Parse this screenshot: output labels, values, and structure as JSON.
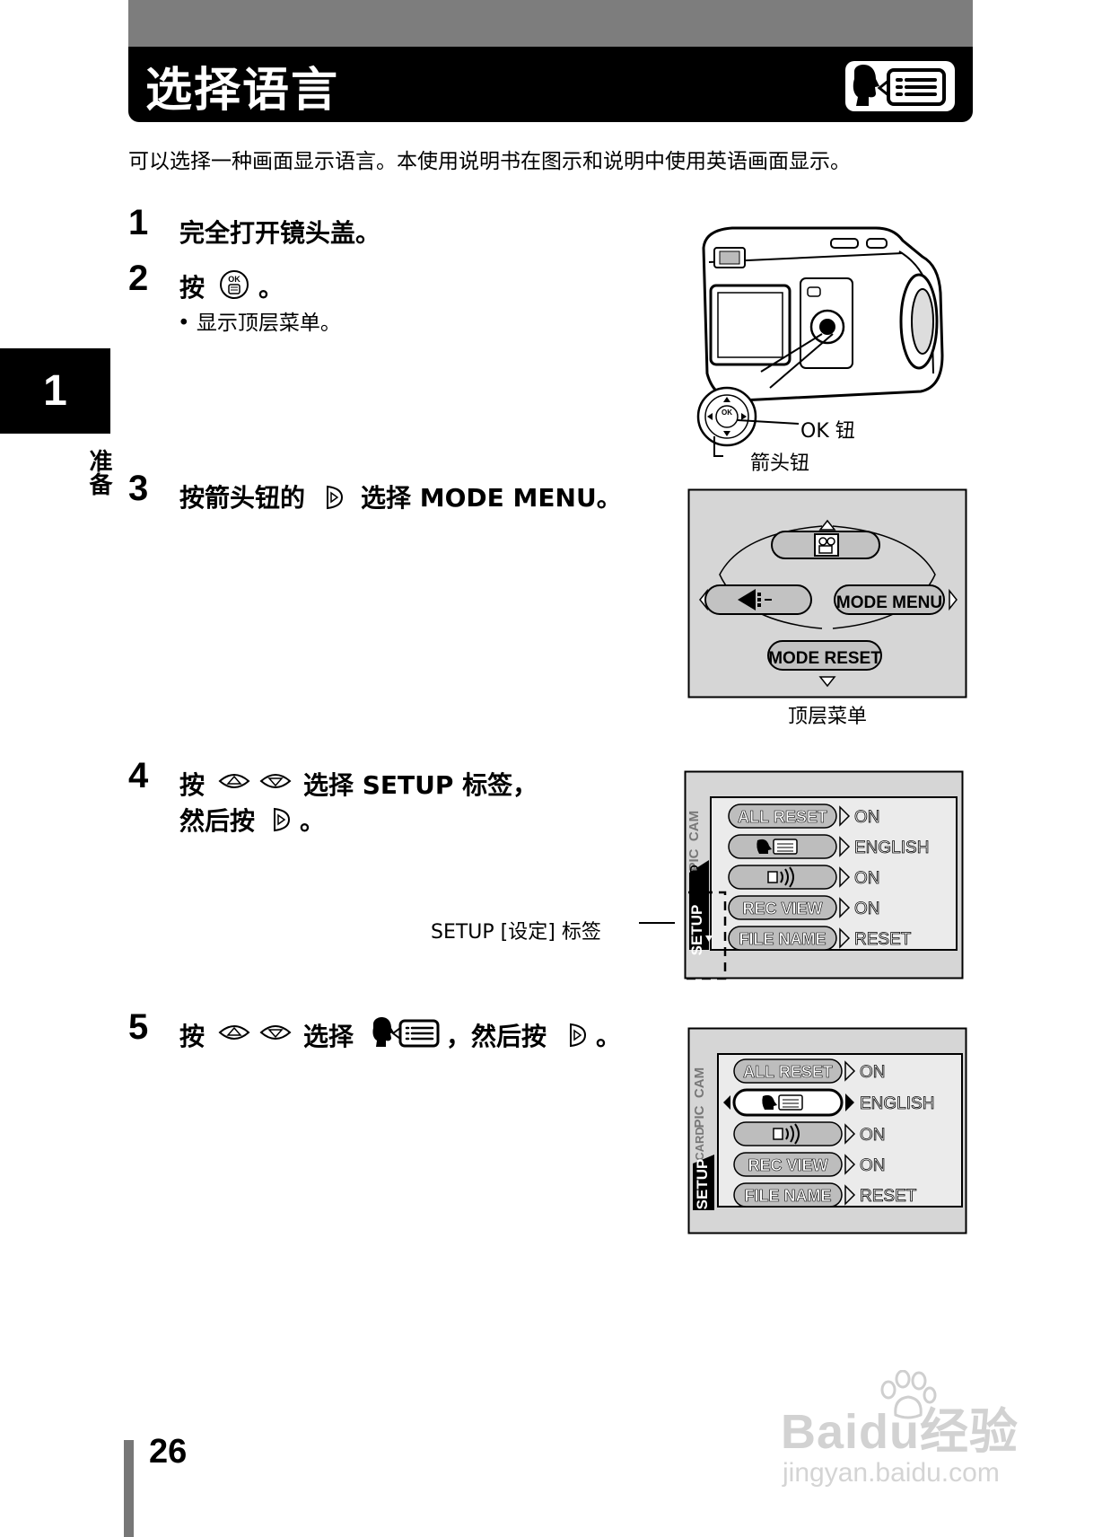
{
  "header": {
    "title": "选择语言",
    "icon": "language-icon"
  },
  "intro": "可以选择一种画面显示语言。本使用说明书在图示和说明中使用英语画面显示。",
  "chapter": {
    "number": "1",
    "label": "准备"
  },
  "steps": [
    {
      "num": "1",
      "text": "完全打开镜头盖。"
    },
    {
      "num": "2",
      "text_before": "按",
      "icon": "ok-menu-button-icon",
      "text_after": "。",
      "sub": "•  显示顶层菜单。"
    },
    {
      "num": "3",
      "text_before": "按箭头钮的",
      "icon": "right-arrow-button-icon",
      "text_after": "选择 MODE MENU。"
    },
    {
      "num": "4",
      "text_before": "按",
      "icons": [
        "up-arrow-button-icon",
        "down-arrow-button-icon"
      ],
      "text_mid": "选择 SETUP 标签，",
      "line2_before": "然后按",
      "line2_icon": "right-arrow-button-icon",
      "text_after": "。"
    },
    {
      "num": "5",
      "text_before": "按",
      "icons": [
        "up-arrow-button-icon",
        "down-arrow-button-icon",
        "language-icon"
      ],
      "text_mid": "选择",
      "text_after": "，然后按",
      "end": "。"
    }
  ],
  "camera_figure": {
    "ok_label": "OK 钮",
    "arrow_label": "箭头钮"
  },
  "top_menu": {
    "caption": "顶层菜单",
    "top_icon": "movie-icon",
    "left_icon": "quality-icon",
    "right_label": "MODE  MENU",
    "bottom_label": "MODE RESET"
  },
  "setup_menu": {
    "tabs": [
      "CAM",
      "PIC",
      "CARD",
      "SETUP"
    ],
    "callout": "SETUP [设定] 标签",
    "rows": [
      {
        "item": "ALL  RESET",
        "value": "ON"
      },
      {
        "item": "language-icon",
        "value": "ENGLISH"
      },
      {
        "item": "sound-icon",
        "value": "ON"
      },
      {
        "item": "REC  VIEW",
        "value": "ON"
      },
      {
        "item": "FILE  NAME",
        "value": "RESET"
      }
    ]
  },
  "page_number": "26",
  "watermark": {
    "brand": "Baidu经验",
    "url": "jingyan.baidu.com"
  }
}
